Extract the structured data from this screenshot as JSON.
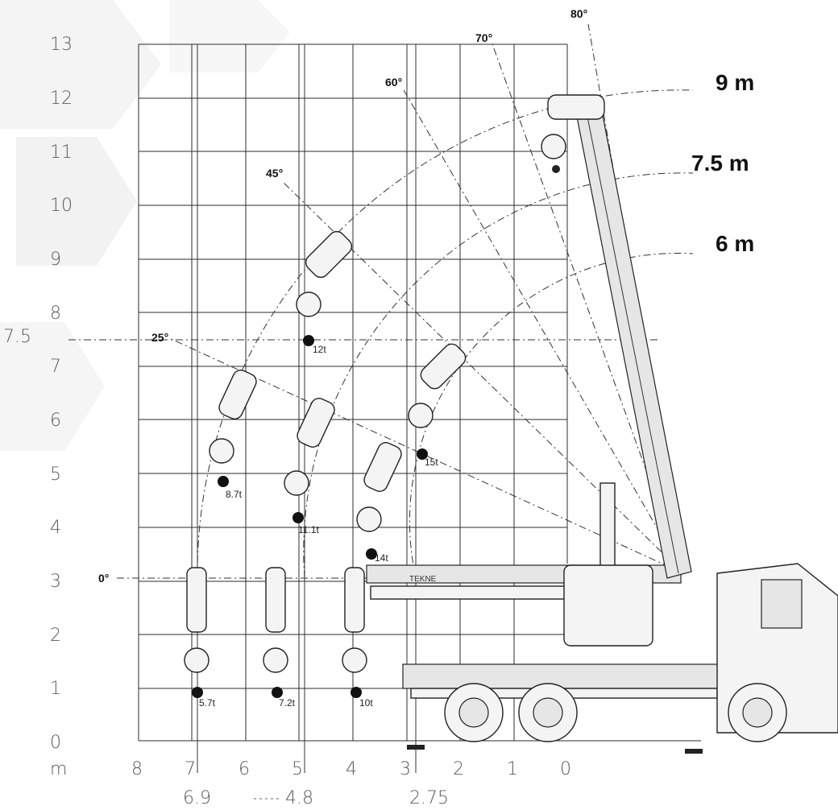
{
  "y_axis_labels": [
    "0",
    "1",
    "2",
    "3",
    "4",
    "5",
    "6",
    "7",
    "8",
    "9",
    "10",
    "11",
    "12",
    "13"
  ],
  "x_axis_labels": [
    "m",
    "8",
    "7",
    "6",
    "5",
    "4",
    "3",
    "2",
    "1",
    "0"
  ],
  "bottom_labels": [
    "6.9",
    "4.8",
    "2.75"
  ],
  "left_label": "7.5",
  "angle_labels": [
    "0°",
    "25°",
    "45°",
    "60°",
    "70°",
    "80°"
  ],
  "radius_labels": [
    "9 m",
    "7.5 m",
    "6 m"
  ],
  "load_labels": [
    "5.7t",
    "7.2t",
    "10t",
    "8.7t",
    "11.1t",
    "14t",
    "12t",
    "15t"
  ],
  "boom_text": "TEKNE",
  "colors": {
    "ink": "#222222",
    "grid": "#2b2b2b",
    "axis_text": "#5c5c5c",
    "background_hex": "#f0f0f0"
  }
}
